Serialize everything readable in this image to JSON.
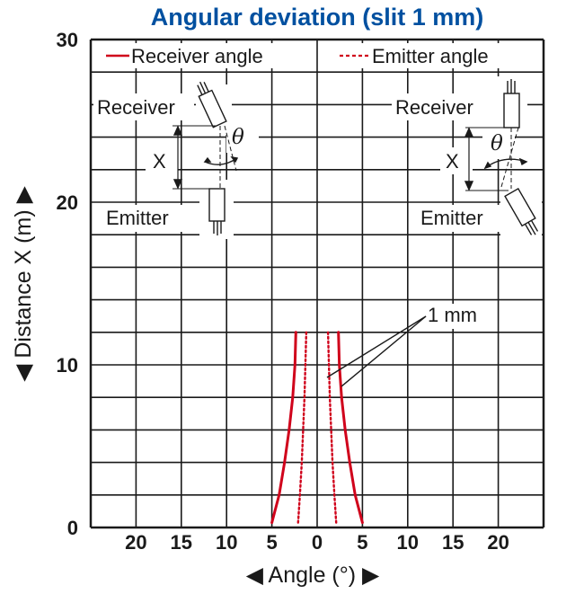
{
  "colors": {
    "title": "#0050a0",
    "receiver": "#d0021b",
    "emitter": "#d0021b",
    "grid": "#1a1a1a",
    "text": "#1a1a1a"
  },
  "chart_data": {
    "type": "line",
    "title": "Angular deviation (slit 1 mm)",
    "xlabel": "◀ Angle (°) ▶",
    "ylabel": "◀ Distance X (m) ▶",
    "x_tick_labels": [
      "20",
      "15",
      "10",
      "5",
      "0",
      "5",
      "10",
      "15",
      "20"
    ],
    "y_tick_labels": [
      "0",
      "10",
      "20",
      "30"
    ],
    "xlim": [
      -25,
      25
    ],
    "ylim": [
      0,
      30
    ],
    "grid": true,
    "legend": {
      "position": "top",
      "entries": [
        "Receiver angle",
        "Emitter angle"
      ]
    },
    "annotation": "1 mm",
    "series": [
      {
        "name": "Receiver angle",
        "style": "solid",
        "side": "left",
        "points": [
          [
            -5.0,
            0.3
          ],
          [
            -4.2,
            2
          ],
          [
            -3.6,
            4
          ],
          [
            -3.1,
            6
          ],
          [
            -2.7,
            8
          ],
          [
            -2.45,
            10
          ],
          [
            -2.35,
            12
          ]
        ]
      },
      {
        "name": "Receiver angle",
        "style": "solid",
        "side": "right",
        "points": [
          [
            5.0,
            0.3
          ],
          [
            4.2,
            2
          ],
          [
            3.6,
            4
          ],
          [
            3.1,
            6
          ],
          [
            2.7,
            8
          ],
          [
            2.45,
            10
          ],
          [
            2.35,
            12
          ]
        ]
      },
      {
        "name": "Emitter angle",
        "style": "dotted",
        "side": "left",
        "points": [
          [
            -2.1,
            0.3
          ],
          [
            -1.9,
            2
          ],
          [
            -1.7,
            4
          ],
          [
            -1.55,
            6
          ],
          [
            -1.4,
            8
          ],
          [
            -1.3,
            10
          ],
          [
            -1.2,
            12
          ]
        ]
      },
      {
        "name": "Emitter angle",
        "style": "dotted",
        "side": "right",
        "points": [
          [
            2.1,
            0.3
          ],
          [
            1.9,
            2
          ],
          [
            1.7,
            4
          ],
          [
            1.55,
            6
          ],
          [
            1.4,
            8
          ],
          [
            1.3,
            10
          ],
          [
            1.2,
            12
          ]
        ]
      }
    ],
    "diagrams": [
      {
        "side": "left",
        "top_label": "Receiver",
        "bottom_label": "Emitter",
        "distance_label": "X",
        "angle_label": "θ"
      },
      {
        "side": "right",
        "top_label": "Receiver",
        "bottom_label": "Emitter",
        "distance_label": "X",
        "angle_label": "θ"
      }
    ]
  }
}
